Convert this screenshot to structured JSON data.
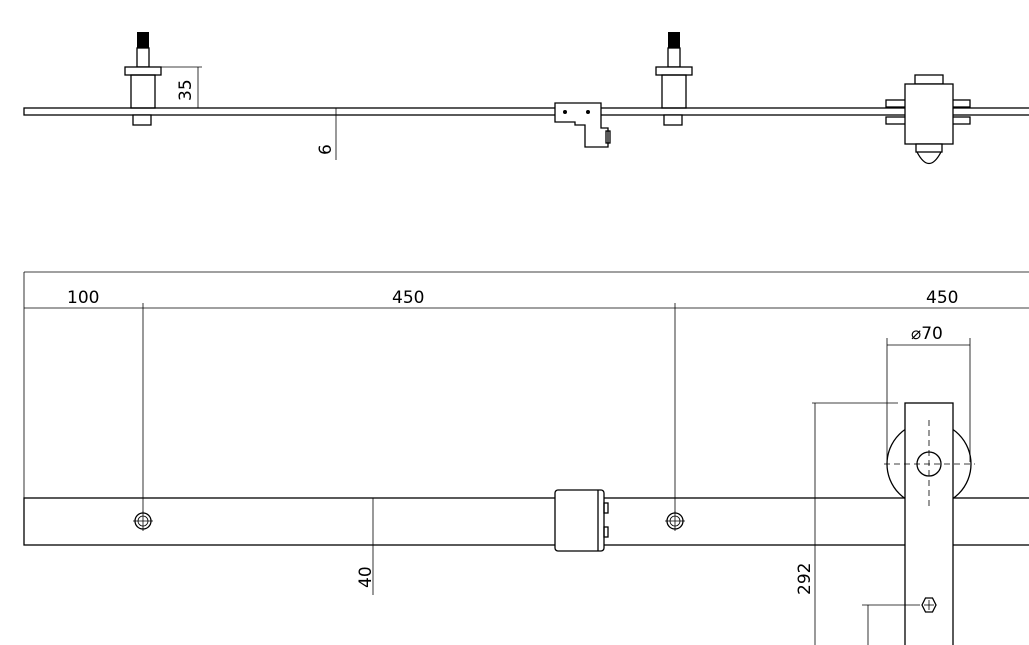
{
  "top_view": {
    "dim_height": "35",
    "dim_thickness": "6"
  },
  "front_view": {
    "dim_offset": "100",
    "dim_spacing_1": "450",
    "dim_spacing_2": "450",
    "dim_wheel_diameter": "⌀70",
    "dim_rail_height": "40",
    "dim_strap_length": "292"
  },
  "colors": {
    "line": "#000000",
    "background": "#ffffff"
  }
}
